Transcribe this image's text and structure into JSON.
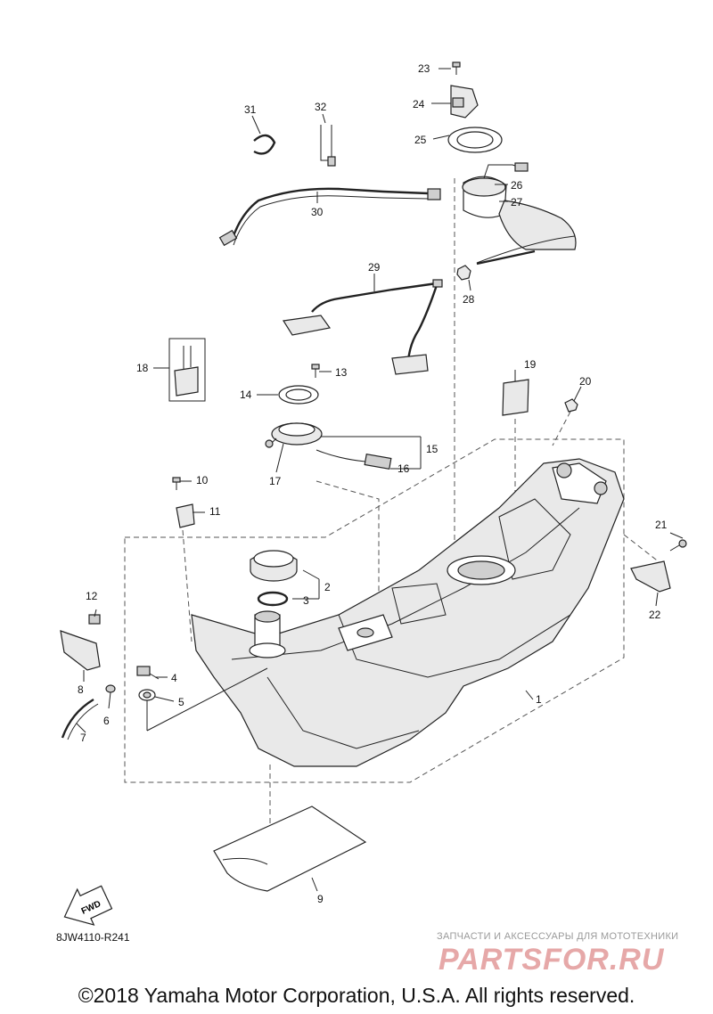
{
  "callouts": [
    "23",
    "24",
    "25",
    "26",
    "27",
    "31",
    "32",
    "30",
    "29",
    "28",
    "18",
    "13",
    "19",
    "20",
    "14",
    "15",
    "16",
    "17",
    "10",
    "11",
    "21",
    "2",
    "3",
    "22",
    "12",
    "4",
    "8",
    "6",
    "5",
    "7",
    "1",
    "9"
  ],
  "fwd_label": "FWD",
  "diagram_code": "8JW4110-R241",
  "watermark": {
    "tagline": "ЗАПЧАСТИ И АКСЕССУАРЫ ДЛЯ МОТОТЕХНИКИ",
    "brand": "PARTSFOR.RU"
  },
  "copyright": "©2018 Yamaha Motor Corporation, U.S.A. All rights reserved."
}
